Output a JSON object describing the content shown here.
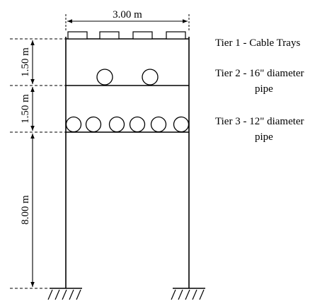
{
  "dimensions": {
    "width_label": "3.00 m",
    "tier_spacing_1": "1.50 m",
    "tier_spacing_2": "1.50 m",
    "column_height": "8.00 m"
  },
  "tiers": [
    {
      "line1": "Tier 1 - Cable Trays",
      "line2": ""
    },
    {
      "line1": "Tier 2 - 16\" diameter",
      "line2": "pipe"
    },
    {
      "line1": "Tier 3 - 12\" diameter",
      "line2": "pipe"
    }
  ],
  "counts": {
    "cable_trays": 4,
    "tier2_pipes": 2,
    "tier3_pipes": 6
  },
  "colors": {
    "ink": "#000000",
    "background": "#ffffff"
  }
}
